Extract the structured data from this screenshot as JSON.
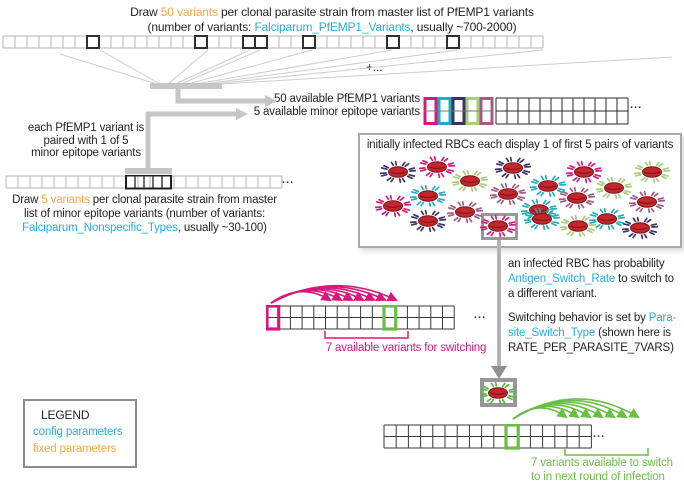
{
  "palette": {
    "text": "#231F20",
    "blue": "#29ABE2",
    "orange": "#F9A640",
    "magenta": "#D6187C",
    "green": "#6BBE45",
    "connector_gray": "#C6C6C6",
    "variant_colors": [
      "#D6187C",
      "#1CAFBC",
      "#3B3266",
      "#A6CE7B",
      "#A05C86"
    ],
    "rbc_body": "#C1272D",
    "rbc_outline": "#7E1315"
  },
  "header": {
    "line1": [
      {
        "t": "Draw ",
        "c": "k"
      },
      {
        "t": "50 variants",
        "c": "orange"
      },
      {
        "t": " per clonal parasite strain from master list of PfEMP1 variants",
        "c": "k"
      }
    ],
    "line2": [
      {
        "t": "(number of variants: ",
        "c": "k"
      },
      {
        "t": "Falciparum_PfEMP1_Variants",
        "c": "blue"
      },
      {
        "t": ", usually ~700-2000)",
        "c": "k"
      }
    ]
  },
  "plus_more": "+...",
  "ellipsis": "...",
  "master_row": {
    "cells": 45,
    "bold_cells": [
      7,
      16,
      20,
      21,
      25,
      32,
      37
    ]
  },
  "available_note": {
    "line1": "50 available PfEMP1 variants",
    "line2": "5 available minor epitope variants"
  },
  "pair_grid": {
    "colored_columns": 5,
    "plain_columns": 12
  },
  "pairing_note": {
    "lines": [
      "each PfEMP1 variant is",
      "paired with 1 of 5",
      "minor epitope variants"
    ]
  },
  "minor_row": {
    "cells": 23,
    "bold_group_cells": 5
  },
  "minor_note": {
    "lines": [
      [
        {
          "t": "Draw ",
          "c": "k"
        },
        {
          "t": "5 variants",
          "c": "orange"
        },
        {
          "t": " per clonal parasite strain from master",
          "c": "k"
        }
      ],
      [
        {
          "t": "list of minor epitope variants (number of variants:",
          "c": "k"
        }
      ],
      [
        {
          "t": "Falciparum_Nonspecific_Types",
          "c": "blue"
        },
        {
          "t": ", usually ~30-100)",
          "c": "k"
        }
      ]
    ]
  },
  "rbc_box": {
    "title": "initially infected RBCs each display 1 of first 5 pairs of variants",
    "parasites": [
      [
        398,
        172,
        2
      ],
      [
        437,
        167,
        0
      ],
      [
        470,
        181,
        3
      ],
      [
        513,
        168,
        2
      ],
      [
        548,
        186,
        1
      ],
      [
        584,
        172,
        0
      ],
      [
        652,
        172,
        3
      ],
      [
        393,
        206,
        0
      ],
      [
        428,
        196,
        1
      ],
      [
        465,
        212,
        4
      ],
      [
        508,
        194,
        4
      ],
      [
        539,
        210,
        1
      ],
      [
        577,
        198,
        4
      ],
      [
        614,
        188,
        3
      ],
      [
        647,
        202,
        4
      ],
      [
        428,
        221,
        2
      ],
      [
        498,
        226,
        0
      ],
      [
        542,
        219,
        1
      ],
      [
        578,
        226,
        3
      ],
      [
        607,
        219,
        1
      ],
      [
        640,
        228,
        2
      ]
    ]
  },
  "switch_note": {
    "lines": [
      [
        {
          "t": "an infected RBC has probability",
          "c": "k"
        }
      ],
      [
        {
          "t": "Antigen_Switch_Rate",
          "c": "blue"
        },
        {
          "t": " to switch to",
          "c": "k"
        }
      ],
      [
        {
          "t": "a different variant.",
          "c": "k"
        }
      ]
    ]
  },
  "behavior_note": {
    "lines": [
      [
        {
          "t": "Switching behavior is set by ",
          "c": "k"
        },
        {
          "t": "Para-",
          "c": "blue"
        }
      ],
      [
        {
          "t": "site_Switch_Type",
          "c": "blue"
        },
        {
          "t": " (shown here is",
          "c": "k"
        }
      ],
      [
        {
          "t": "RATE_PER_PARASITE_7VARS)",
          "c": "k"
        }
      ]
    ]
  },
  "switching": {
    "grid_columns": 16,
    "current_col": 0,
    "current_color": "#D6187C",
    "target_col": 10,
    "target_color": "#6BBE45",
    "arrow_count": 7,
    "label": "7 available variants for switching"
  },
  "next_round": {
    "grid_columns": 17,
    "target_col": 10,
    "target_color": "#6BBE45",
    "arrow_count": 7,
    "parasite_color": "#56B948",
    "label_line1": "7 variants available to switch",
    "label_line2": "to in next round of infection"
  },
  "legend": {
    "title": "LEGEND",
    "items": [
      {
        "label": "config parameters",
        "color": "blue"
      },
      {
        "label": "fixed parameters",
        "color": "orange"
      }
    ]
  }
}
